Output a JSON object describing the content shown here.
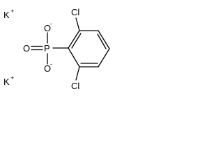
{
  "structure": {
    "counterions": [
      {
        "element": "K",
        "charge": "+"
      },
      {
        "element": "K",
        "charge": "+"
      }
    ],
    "phosphonate": {
      "phosphorus": "P",
      "oxygens": [
        {
          "element": "O",
          "charge": "-"
        },
        {
          "element": "O",
          "charge": ""
        },
        {
          "element": "O",
          "charge": "-"
        }
      ]
    },
    "ring_substituents": [
      {
        "element": "Cl"
      },
      {
        "element": "Cl"
      }
    ]
  }
}
